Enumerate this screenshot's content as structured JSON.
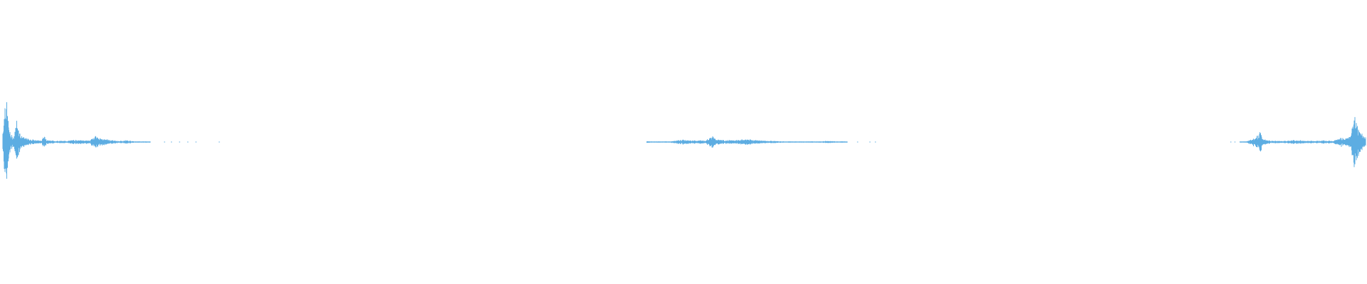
{
  "waveform": {
    "color": "#5dade2",
    "background": "#ffffff",
    "segments": [
      {
        "name": "burst-start",
        "peaks": [
          [
            0.002,
            0.18
          ],
          [
            0.003,
            0.55
          ],
          [
            0.004,
            0.98
          ],
          [
            0.005,
            0.7
          ],
          [
            0.006,
            0.4
          ],
          [
            0.007,
            0.22
          ],
          [
            0.008,
            0.12
          ],
          [
            0.01,
            0.08
          ],
          [
            0.012,
            0.35
          ],
          [
            0.013,
            0.44
          ],
          [
            0.014,
            0.2
          ],
          [
            0.016,
            0.1
          ],
          [
            0.018,
            0.07
          ],
          [
            0.02,
            0.06
          ],
          [
            0.022,
            0.05
          ],
          [
            0.024,
            0.04
          ],
          [
            0.026,
            0.03
          ],
          [
            0.03,
            0.03
          ],
          [
            0.032,
            0.08
          ],
          [
            0.033,
            0.1
          ],
          [
            0.034,
            0.05
          ],
          [
            0.036,
            0.03
          ],
          [
            0.04,
            0.02
          ],
          [
            0.045,
            0.02
          ],
          [
            0.05,
            0.02
          ],
          [
            0.055,
            0.04
          ],
          [
            0.058,
            0.03
          ],
          [
            0.062,
            0.03
          ],
          [
            0.066,
            0.03
          ],
          [
            0.07,
            0.12
          ],
          [
            0.071,
            0.09
          ],
          [
            0.073,
            0.06
          ],
          [
            0.076,
            0.05
          ],
          [
            0.079,
            0.04
          ],
          [
            0.082,
            0.03
          ],
          [
            0.086,
            0.02
          ],
          [
            0.09,
            0.02
          ],
          [
            0.092,
            0.03
          ],
          [
            0.095,
            0.02
          ],
          [
            0.1,
            0.01
          ],
          [
            0.105,
            0.01
          ],
          [
            0.11,
            0.01
          ]
        ]
      },
      {
        "name": "burst-middle",
        "peaks": [
          [
            0.473,
            0.02
          ],
          [
            0.476,
            0.01
          ],
          [
            0.49,
            0.01
          ],
          [
            0.496,
            0.03
          ],
          [
            0.5,
            0.04
          ],
          [
            0.504,
            0.03
          ],
          [
            0.508,
            0.03
          ],
          [
            0.512,
            0.03
          ],
          [
            0.516,
            0.03
          ],
          [
            0.519,
            0.08
          ],
          [
            0.521,
            0.1
          ],
          [
            0.523,
            0.06
          ],
          [
            0.526,
            0.04
          ],
          [
            0.53,
            0.03
          ],
          [
            0.534,
            0.03
          ],
          [
            0.538,
            0.03
          ],
          [
            0.542,
            0.04
          ],
          [
            0.545,
            0.05
          ],
          [
            0.548,
            0.05
          ],
          [
            0.552,
            0.03
          ],
          [
            0.556,
            0.03
          ],
          [
            0.56,
            0.02
          ],
          [
            0.566,
            0.02
          ],
          [
            0.572,
            0.01
          ],
          [
            0.58,
            0.01
          ],
          [
            0.59,
            0.01
          ],
          [
            0.6,
            0.01
          ],
          [
            0.606,
            0.02
          ],
          [
            0.612,
            0.01
          ],
          [
            0.62,
            0.01
          ]
        ]
      },
      {
        "name": "burst-end",
        "peaks": [
          [
            0.907,
            0.01
          ],
          [
            0.912,
            0.01
          ],
          [
            0.921,
            0.12
          ],
          [
            0.922,
            0.2
          ],
          [
            0.923,
            0.1
          ],
          [
            0.925,
            0.04
          ],
          [
            0.93,
            0.02
          ],
          [
            0.935,
            0.02
          ],
          [
            0.94,
            0.02
          ],
          [
            0.946,
            0.03
          ],
          [
            0.95,
            0.03
          ],
          [
            0.955,
            0.02
          ],
          [
            0.96,
            0.02
          ],
          [
            0.965,
            0.02
          ],
          [
            0.97,
            0.03
          ],
          [
            0.974,
            0.02
          ],
          [
            0.978,
            0.04
          ],
          [
            0.981,
            0.08
          ],
          [
            0.984,
            0.06
          ],
          [
            0.988,
            0.1
          ],
          [
            0.991,
            0.55
          ],
          [
            0.992,
            0.42
          ],
          [
            0.993,
            0.3
          ],
          [
            0.995,
            0.2
          ],
          [
            0.997,
            0.12
          ],
          [
            0.999,
            0.08
          ]
        ]
      }
    ],
    "sparse_ticks": [
      0.12,
      0.125,
      0.131,
      0.137,
      0.143,
      0.16,
      0.627,
      0.636,
      0.64,
      0.9,
      0.903
    ]
  }
}
